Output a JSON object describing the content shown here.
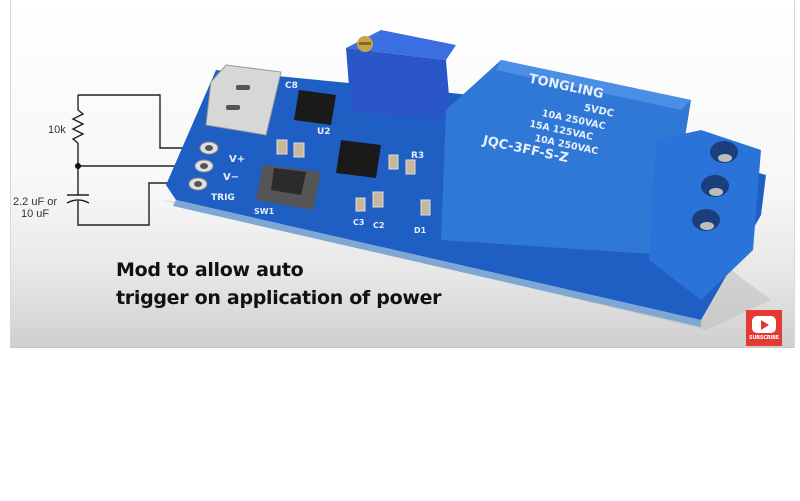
{
  "image": {
    "subject": "Relay timer module photo with schematic overlay",
    "caption": {
      "line1": "Mod to allow auto",
      "line2": "trigger on application of power"
    }
  },
  "schematic": {
    "resistor_label": "10k",
    "capacitor_label_line1": "2.2 uF or",
    "capacitor_label_line2": "10 uF",
    "capacitor_polarity": "+"
  },
  "board": {
    "pin_labels": [
      "V+",
      "V−",
      "TRIG"
    ],
    "silkscreen": [
      "U2",
      "R3",
      "SW1",
      "C3",
      "C2",
      "D1",
      "C8"
    ],
    "pcb_color": "#1f5fc4"
  },
  "relay": {
    "brand": "TONGLING",
    "lines": [
      "5VDC",
      "10A 250VAC",
      "15A 125VAC",
      "10A 250VAC"
    ],
    "model": "JQC-3FF-S-Z",
    "color": "#2f78d6"
  },
  "subscribe_badge": {
    "label": "SUBSCRIBE",
    "color": "#e53935"
  }
}
